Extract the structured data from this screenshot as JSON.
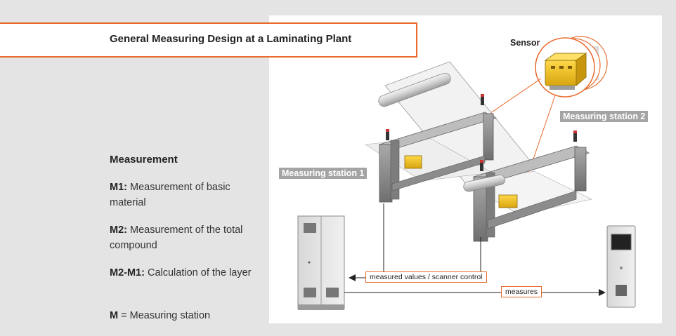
{
  "title": "General Measuring Design at a Laminating Plant",
  "legend": {
    "heading": "Measurement",
    "items": [
      {
        "term": "M1:",
        "text": "Measurement of basic material"
      },
      {
        "term": "M2:",
        "text": "Measurement of the total compound"
      },
      {
        "term": "M2-M1:",
        "text": "Calculation of the layer"
      },
      {
        "term": "M",
        "text": "= Measuring station"
      }
    ]
  },
  "diagram": {
    "sensor_label": "Sensor",
    "station1_label": "Measuring station 1",
    "station2_label": "Measuring station 2",
    "connection1_label": "measured values / scanner control",
    "connection2_label": "measures"
  },
  "colors": {
    "accent": "#e8692a",
    "tag_bg": "#a4a4a4",
    "sensor": "#f2c21b",
    "frame": "#8a8a8a"
  }
}
